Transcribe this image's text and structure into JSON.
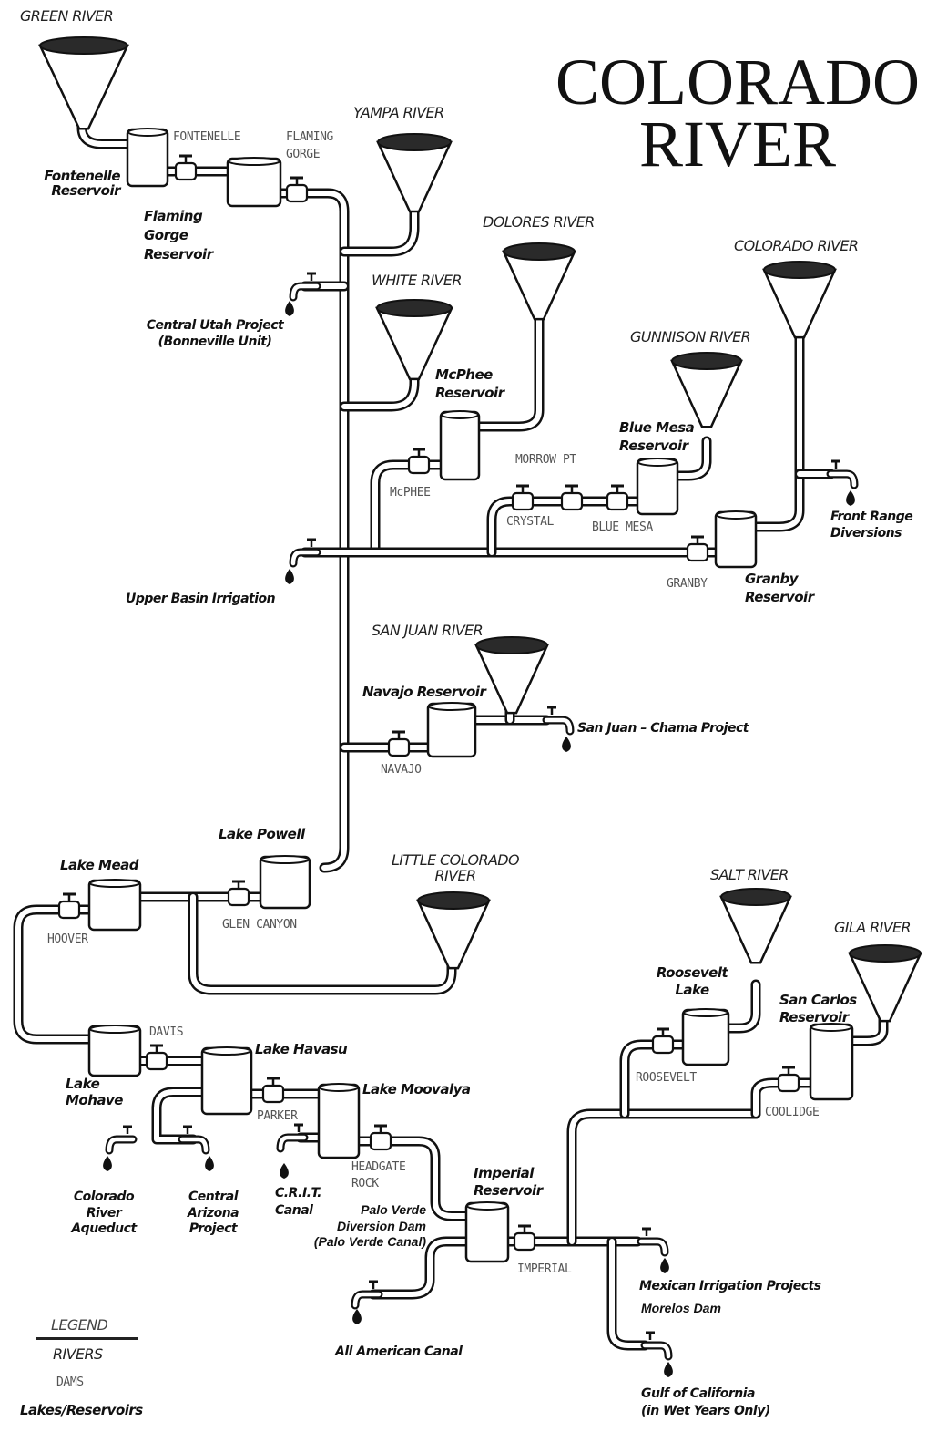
{
  "title": {
    "line1": "COLORADO",
    "line2": "RIVER"
  },
  "rivers": {
    "green": "GREEN RIVER",
    "yampa": "YAMPA RIVER",
    "white": "WHITE RIVER",
    "dolores": "DOLORES RIVER",
    "colorado": "COLORADO RIVER",
    "gunnison": "GUNNISON RIVER",
    "san_juan": "SAN JUAN RIVER",
    "little_colorado_1": "LITTLE COLORADO",
    "little_colorado_2": "RIVER",
    "salt": "SALT RIVER",
    "gila": "GILA RIVER"
  },
  "reservoirs": {
    "fontenelle": [
      "Fontenelle",
      "Reservoir"
    ],
    "flaming_gorge": [
      "Flaming",
      "Gorge",
      "Reservoir"
    ],
    "mcphee": [
      "McPhee",
      "Reservoir"
    ],
    "blue_mesa": [
      "Blue Mesa",
      "Reservoir"
    ],
    "granby": [
      "Granby",
      "Reservoir"
    ],
    "navajo": "Navajo Reservoir",
    "lake_powell": "Lake Powell",
    "lake_mead": "Lake Mead",
    "lake_mohave": [
      "Lake",
      "Mohave"
    ],
    "lake_havasu": "Lake Havasu",
    "lake_moovalya": "Lake Moovalya",
    "imperial": [
      "Imperial",
      "Reservoir"
    ],
    "roosevelt": [
      "Roosevelt",
      "Lake"
    ],
    "san_carlos": [
      "San Carlos",
      "Reservoir"
    ]
  },
  "dams": {
    "fontenelle": "FONTENELLE",
    "flaming_gorge": [
      "FLAMING",
      "GORGE"
    ],
    "mcphee": "McPHEE",
    "morrow_pt": "MORROW PT",
    "crystal": "CRYSTAL",
    "blue_mesa": "BLUE MESA",
    "granby": "GRANBY",
    "navajo": "NAVAJO",
    "glen_canyon": "GLEN CANYON",
    "hoover": "HOOVER",
    "davis": "DAVIS",
    "parker": "PARKER",
    "headgate_rock": [
      "HEADGATE",
      "ROCK"
    ],
    "imperial": "IMPERIAL",
    "roosevelt": "ROOSEVELT",
    "coolidge": "COOLIDGE"
  },
  "uses": {
    "central_utah": [
      "Central Utah Project",
      "(Bonneville Unit)"
    ],
    "front_range": [
      "Front Range",
      "Diversions"
    ],
    "upper_basin": "Upper Basin Irrigation",
    "san_juan_chama": "San Juan – Chama Project",
    "colorado_river_aqueduct": [
      "Colorado",
      "River",
      "Aqueduct"
    ],
    "central_arizona": [
      "Central",
      "Arizona",
      "Project"
    ],
    "crit": [
      "C.R.I.T.",
      "Canal"
    ],
    "all_american": "All American Canal",
    "mexican": "Mexican Irrigation Projects",
    "gulf": [
      "Gulf of California",
      "(in Wet Years Only)"
    ]
  },
  "annotations": {
    "palo_verde": [
      "Palo Verde",
      "Diversion Dam",
      "(Palo Verde Canal)"
    ],
    "morelos": "Morelos Dam"
  },
  "legend": {
    "title": "LEGEND",
    "rivers": "RIVERS",
    "dams": "DAMS",
    "lakes": "Lakes/Reservoirs"
  },
  "colors": {
    "ink": "#111111",
    "dam_text": "#555555",
    "funnel_fill": "#2a2a2a"
  }
}
